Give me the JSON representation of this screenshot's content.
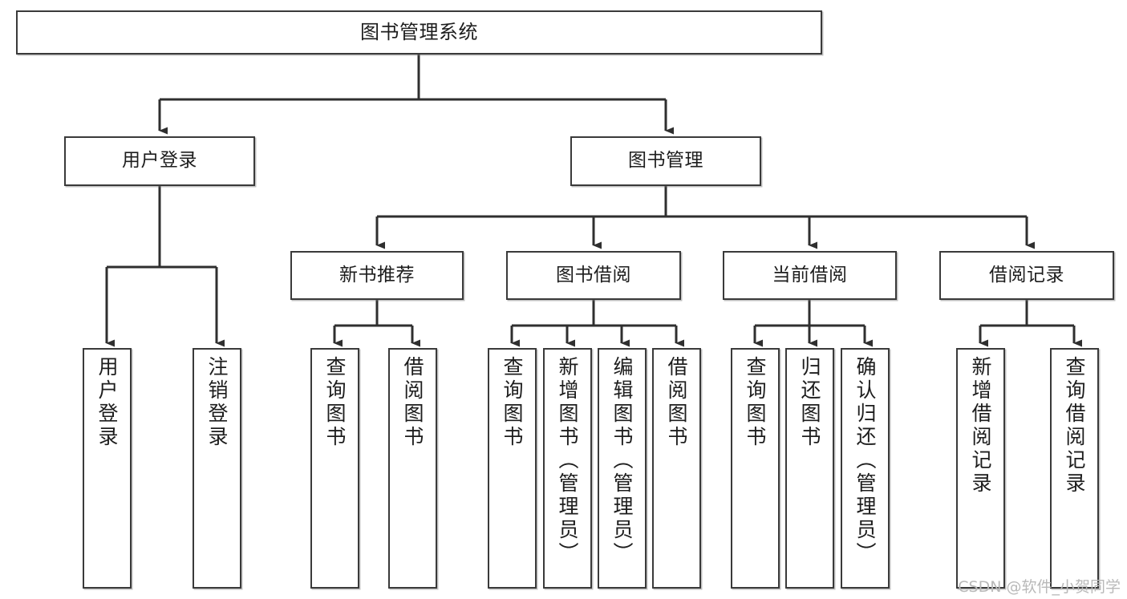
{
  "diagram": {
    "title": "图书管理系统",
    "watermark": "CSDN @软件_小贺同学",
    "colors": {
      "border": "#3a3a3a",
      "background": "#ffffff",
      "text": "#1d1d1d",
      "watermark": "#b9b9b9"
    },
    "nodes": {
      "root": {
        "label": "图书管理系统"
      },
      "level2": [
        {
          "label": "用户登录"
        },
        {
          "label": "图书管理"
        }
      ],
      "level3": [
        {
          "label": "新书推荐"
        },
        {
          "label": "图书借阅"
        },
        {
          "label": "当前借阅"
        },
        {
          "label": "借阅记录"
        }
      ],
      "leaves_user_login": [
        {
          "label": "用户登录"
        },
        {
          "label": "注销登录"
        }
      ],
      "leaves_new_books": [
        {
          "label": "查询图书"
        },
        {
          "label": "借阅图书"
        }
      ],
      "leaves_borrow": [
        {
          "label": "查询图书"
        },
        {
          "label": "新增图书（管理员）"
        },
        {
          "label": "编辑图书（管理员）"
        },
        {
          "label": "借阅图书"
        }
      ],
      "leaves_current": [
        {
          "label": "查询图书"
        },
        {
          "label": "归还图书"
        },
        {
          "label": "确认归还（管理员）"
        }
      ],
      "leaves_records": [
        {
          "label": "新增借阅记录"
        },
        {
          "label": "查询借阅记录"
        }
      ]
    }
  }
}
